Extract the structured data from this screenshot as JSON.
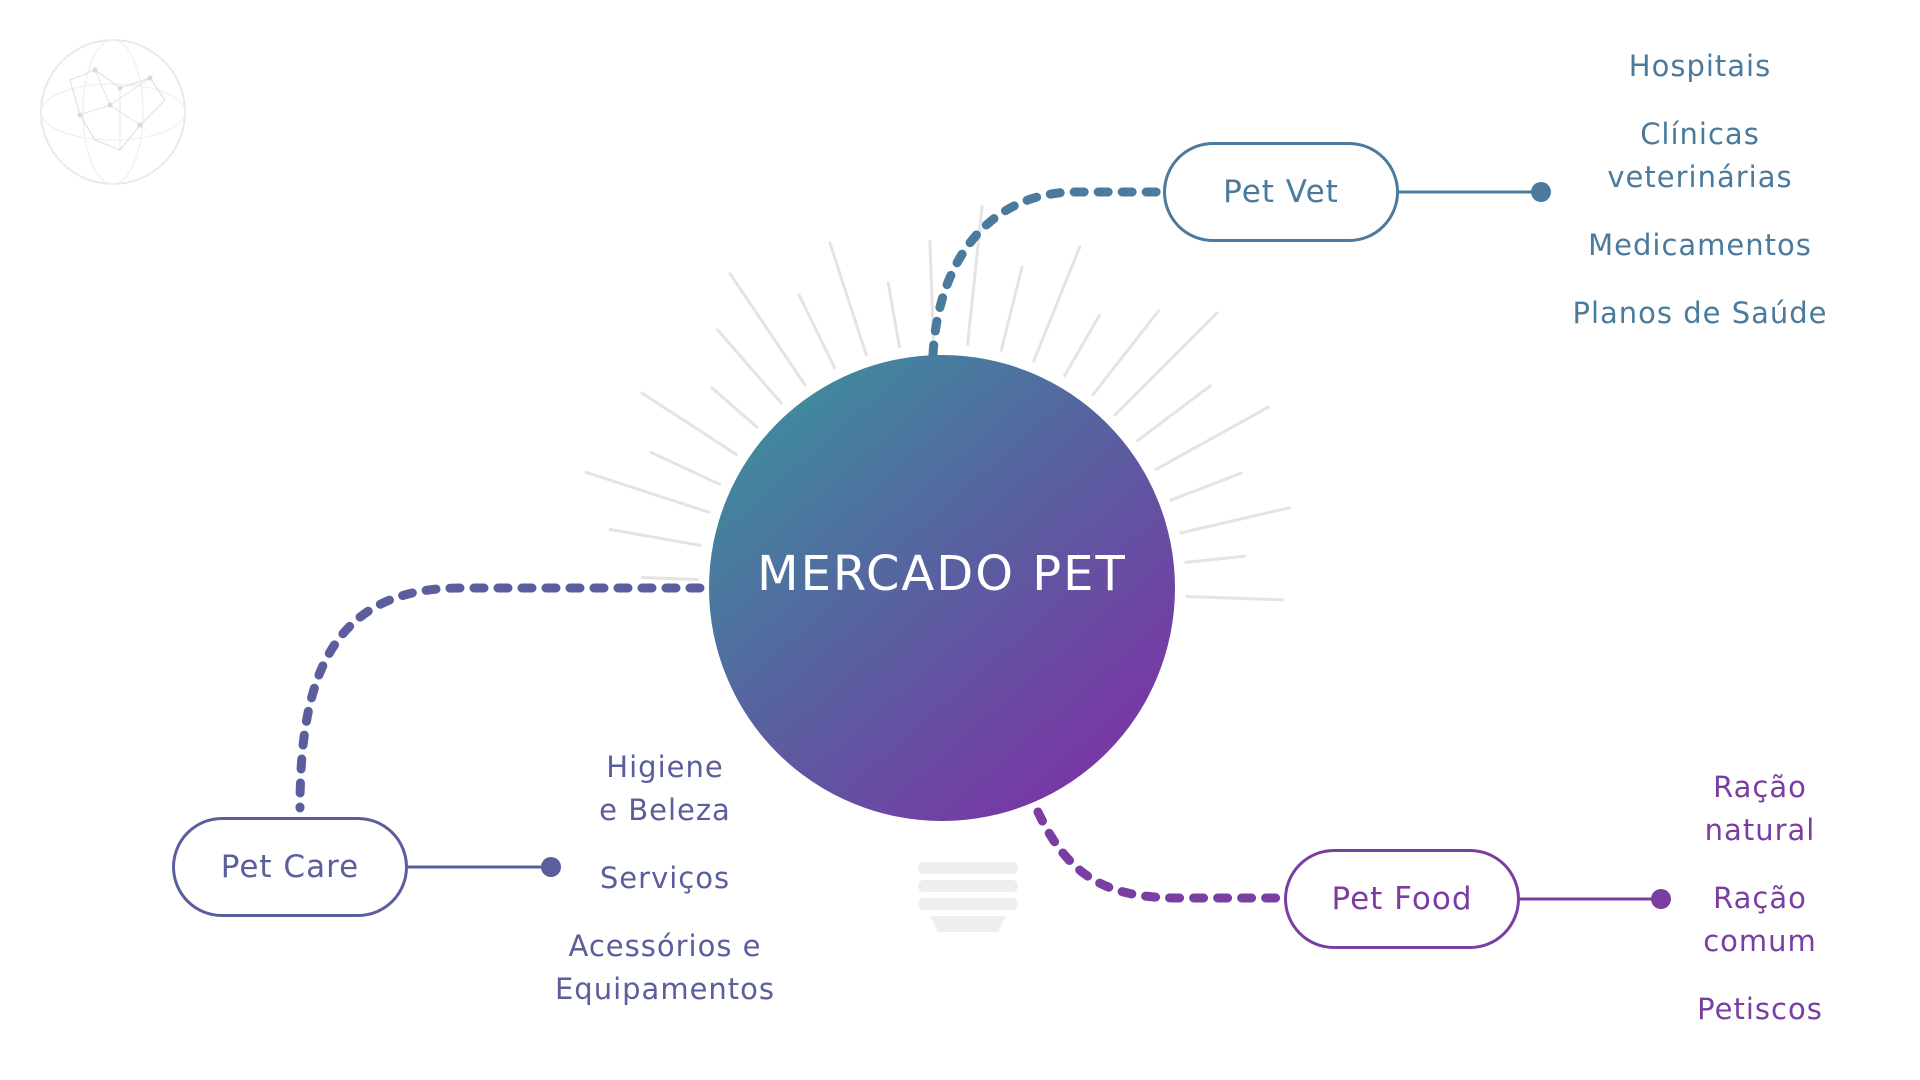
{
  "center": {
    "title": "MERCADO PET",
    "gradient": [
      "#3f8a9e",
      "#5a5ea0",
      "#7a35a6"
    ]
  },
  "branches": {
    "vet": {
      "label": "Pet Vet",
      "color": "#4a7a9c",
      "items": [
        "Hospitais",
        "Clínicas\nveterinárias",
        "Medicamentos",
        "Planos de Saúde"
      ]
    },
    "care": {
      "label": "Pet Care",
      "color": "#5a5e9c",
      "items": [
        "Higiene\ne Beleza",
        "Serviços",
        "Acessórios e\nEquipamentos"
      ]
    },
    "food": {
      "label": "Pet Food",
      "color": "#7a3ea3",
      "items": [
        "Ração\nnatural",
        "Ração\ncomum",
        "Petiscos"
      ]
    }
  },
  "decorations": {
    "globe_icon": "globe-network-icon",
    "lightbulb_icon": "lightbulb-base-icon",
    "rays_color": "#e4e4e4"
  }
}
